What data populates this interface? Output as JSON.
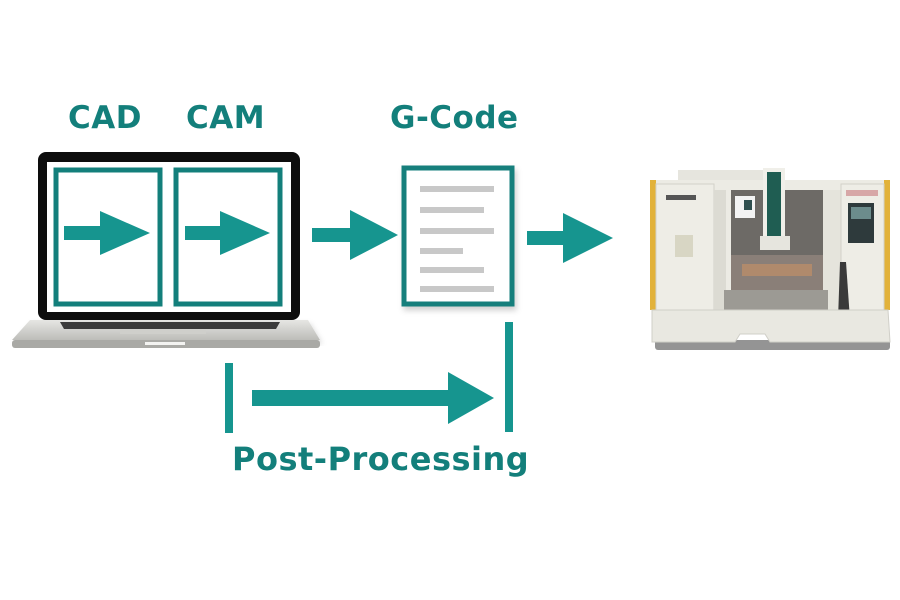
{
  "diagram": {
    "title": "CNC manufacturing workflow",
    "colors": {
      "accent": "#16958f",
      "accent_dark": "#137f7b",
      "laptop_bezel": "#0d0d0d",
      "laptop_body": "#d9d9d6",
      "doc_lines": "#c8c8c8",
      "machine_body": "#ecebe4",
      "machine_trim": "#e2b23a"
    },
    "nodes": [
      {
        "id": "cad",
        "label": "CAD",
        "icon": "arrow-right-icon"
      },
      {
        "id": "cam",
        "label": "CAM",
        "icon": "arrow-right-icon"
      },
      {
        "id": "gcode",
        "label": "G-Code",
        "icon": "document-icon"
      },
      {
        "id": "machine",
        "label": "",
        "icon": "cnc-machine-icon"
      }
    ],
    "edges": [
      {
        "from": "cad",
        "to": "cam"
      },
      {
        "from": "cam",
        "to": "gcode"
      },
      {
        "from": "gcode",
        "to": "machine"
      },
      {
        "from": "cam",
        "to": "gcode",
        "label": "Post-Processing"
      }
    ],
    "labels": {
      "cad": "CAD",
      "cam": "CAM",
      "gcode": "G-Code",
      "post_processing": "Post-Processing"
    },
    "document_line_count": 6
  }
}
